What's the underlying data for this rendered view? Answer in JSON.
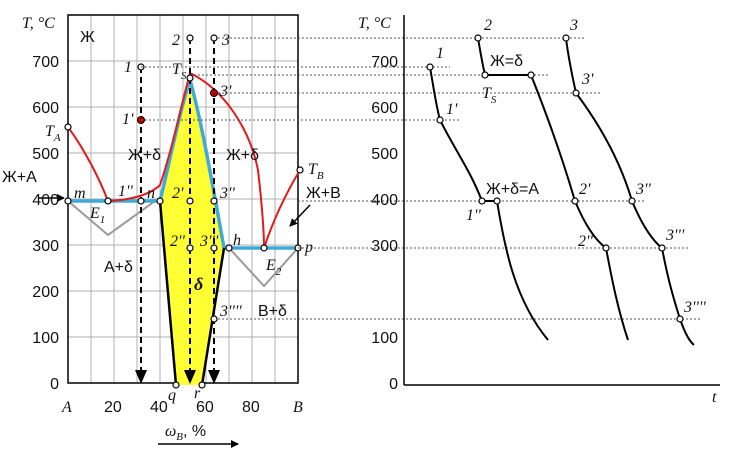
{
  "left": {
    "y_axis_label": "T, °C",
    "y_ticks": [
      "0",
      "100",
      "200",
      "300",
      "400",
      "500",
      "600",
      "700"
    ],
    "x_ticks": [
      "A",
      "20",
      "40",
      "60",
      "80",
      "B"
    ],
    "x_axis_label": "ω",
    "x_axis_sub": "B",
    "x_axis_unit": ", %",
    "zones": {
      "liquid": "Ж",
      "liquid_plus_a": "Ж+А",
      "liquid_plus_delta_left": "Ж+δ",
      "liquid_plus_delta_right": "Ж+δ",
      "liquid_plus_b": "Ж+В",
      "a_plus_delta": "А+δ",
      "delta": "δ",
      "b_plus_delta": "В+δ"
    },
    "points": {
      "ta": "T",
      "ta_sub": "A",
      "tb": "T",
      "tb_sub": "B",
      "ts": "T",
      "ts_sub": "S",
      "m": "m",
      "n": "n",
      "h": "h",
      "p": "p",
      "q": "q",
      "r": "r",
      "e1": "E",
      "e1_sub": "1",
      "e2": "E",
      "e2_sub": "2",
      "p1": "1",
      "p1a": "1'",
      "p1b": "1''",
      "p2": "2",
      "p2b": "2'",
      "p2c": "2''",
      "p3": "3",
      "p3a": "3'",
      "p3b": "3''",
      "p3c": "3'''",
      "p3d": "3''''"
    }
  },
  "right": {
    "y_axis_label": "T, °C",
    "y_ticks": [
      "0",
      "100",
      "300",
      "400",
      "500",
      "600",
      "700"
    ],
    "x_axis_label": "t",
    "plateau_top": "Ж=δ",
    "plateau_eut": "Ж+δ=А",
    "ts": "T",
    "ts_sub": "S",
    "points": {
      "p1": "1",
      "p1a": "1'",
      "p1b": "1''",
      "p2": "2",
      "p2b": "2'",
      "p2c": "2''",
      "p3": "3",
      "p3a": "3'",
      "p3b": "3''",
      "p3c": "3'''",
      "p3d": "3''''"
    }
  },
  "colors": {
    "liquidus": "#e31a1c",
    "solidus": "#3fa9d8",
    "delta_fill": "#ffff33",
    "eutectic_line": "#9a9a9a",
    "marker_filled": "#c00000"
  }
}
